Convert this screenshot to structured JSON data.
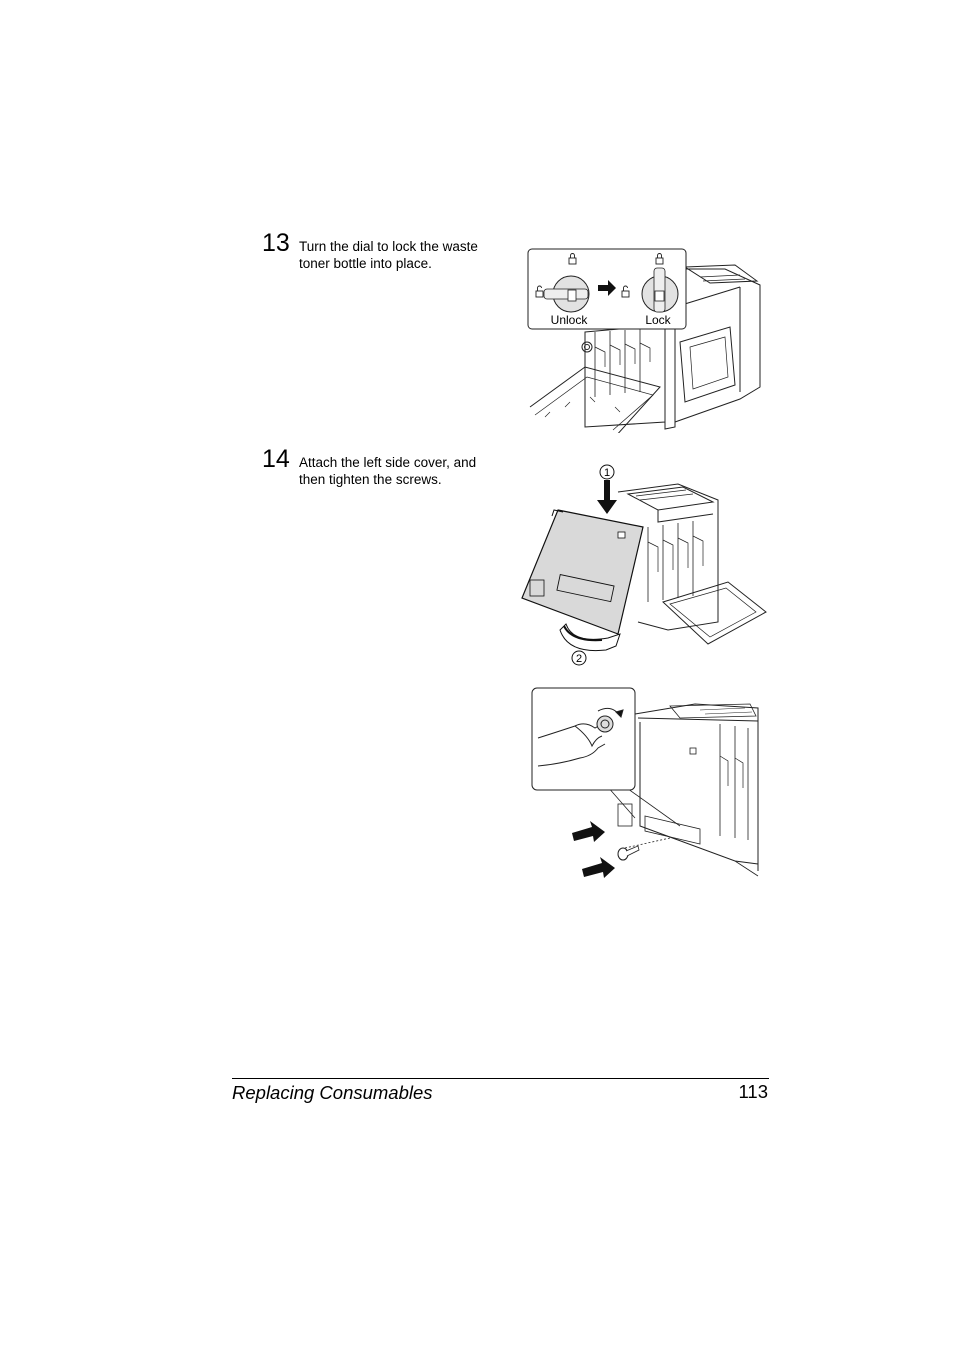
{
  "steps": [
    {
      "number": "13",
      "text_line1": "Turn the dial to lock the waste",
      "text_line2": "toner bottle into place."
    },
    {
      "number": "14",
      "text_line1": "Attach the left side cover, and",
      "text_line2": "then tighten the screws."
    }
  ],
  "figure1": {
    "unlock_label": "Unlock",
    "lock_label": "Lock"
  },
  "figure2": {
    "callout1": "1",
    "callout2": "2"
  },
  "footer": {
    "title": "Replacing Consumables",
    "page_number": "113"
  }
}
